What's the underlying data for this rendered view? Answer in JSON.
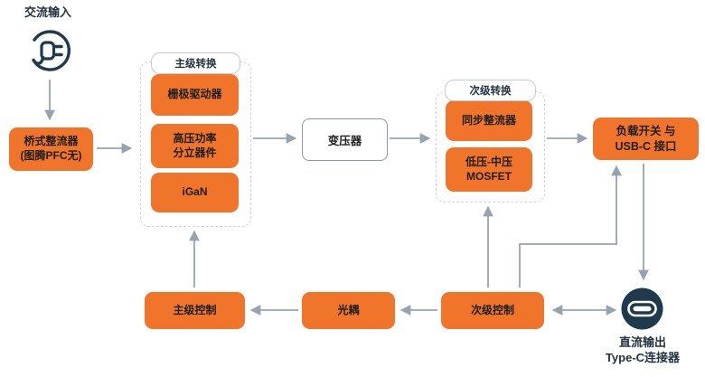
{
  "colors": {
    "accent_orange": "#F0752B",
    "dark_navy": "#1F3A4D",
    "arrow_gray": "#95A4AF"
  },
  "icons": {
    "ac_plug": "power-plug-in-circle",
    "usb_c": "usb-c-port-in-circle"
  },
  "nodes": {
    "ac_input": {
      "label": "交流输入"
    },
    "bridge_rectifier": {
      "line1": "桥式整流器",
      "line2": "(图腾PFC无)"
    },
    "primary_group": {
      "title": "主级转换",
      "gate_driver": "栅极驱动器",
      "hv_discretes_line1": "高压功率",
      "hv_discretes_line2": "分立器件",
      "igan": "iGaN"
    },
    "transformer": {
      "label": "变压器"
    },
    "secondary_group": {
      "title": "次级转换",
      "sync_rectifier": "同步整流器",
      "mosfet_line1": "低压-中压",
      "mosfet_line2": "MOSFET"
    },
    "load_switch": {
      "line1": "负载开关 与",
      "line2": "USB-C 接口"
    },
    "primary_control": {
      "label": "主级控制"
    },
    "optocoupler": {
      "label": "光耦"
    },
    "secondary_control": {
      "label": "次级控制"
    },
    "dc_output": {
      "line1": "直流输出",
      "line2": "Type-C连接器"
    }
  }
}
